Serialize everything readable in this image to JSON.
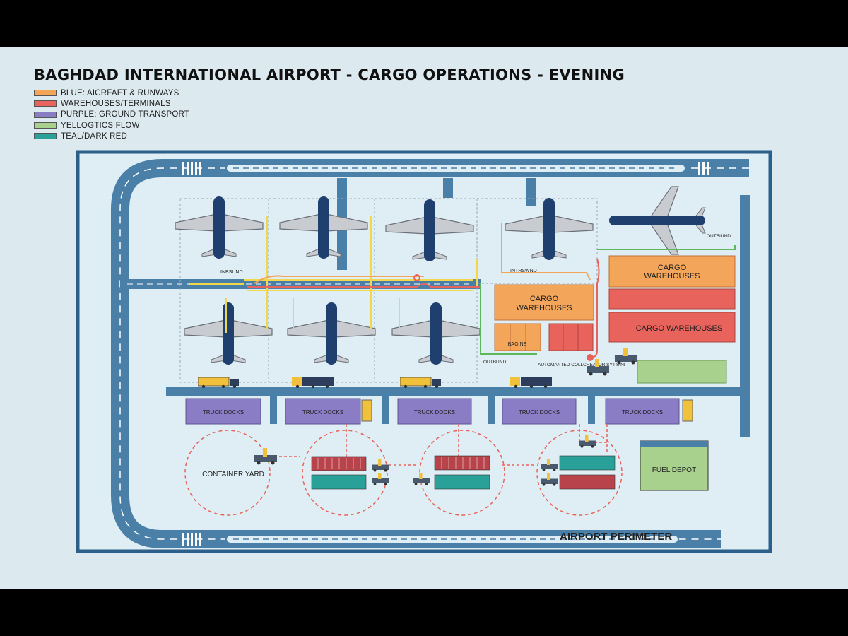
{
  "title": "BAGHDAD INTERNATIONAL AIRPORT - CARGO OPERATIONS - EVENING",
  "legend": [
    {
      "label": "BLUE: AICRFAFT & RUNWAYS",
      "color": "#f3a55a"
    },
    {
      "label": "WAREHOUSES/TERMINALS",
      "color": "#e8635b"
    },
    {
      "label": "PURPLE: GROUND TRANSPORT",
      "color": "#8a7dc6"
    },
    {
      "label": "YELLOGTICS FLOW",
      "color": "#a9d18e"
    },
    {
      "label": "TEAL/DARK RED",
      "color": "#2aa198"
    }
  ],
  "flow_labels": {
    "inbound_left": "INBSUND",
    "inbound_right": "INTRSWND",
    "outbound_top": "OUTBIUND",
    "outbound_bottom": "OUTBUND"
  },
  "warehouses": {
    "center_title": "CARGO WAREHOUSES",
    "center_sub": "BAGINE",
    "right_top": "CARGO WAREHOUSES",
    "right_bottom": "CARGO WAREHOUSES"
  },
  "automated": "AUTOMANTED COLLCHEATOR SYT'SINI",
  "truck_docks": [
    "TRUCK DOCKS",
    "TRUCK DOCKS",
    "TRUCK DOCKS",
    "TRUCK DOCKS",
    "TRUCK DOCKS"
  ],
  "container_yard": "CONTAINER YARD",
  "fuel_depot": "FUEL DEPOT",
  "perimeter": "AIRPORT PERIMETER",
  "colors": {
    "runway": "#4a7fa8",
    "aircraft": "#1f3f6e",
    "orange": "#f3a55a",
    "red": "#e8635b",
    "purple": "#8a7dc6",
    "yellow": "#f2d64b",
    "green": "#a9d18e",
    "teal": "#2aa198",
    "darkred": "#b8434a"
  }
}
